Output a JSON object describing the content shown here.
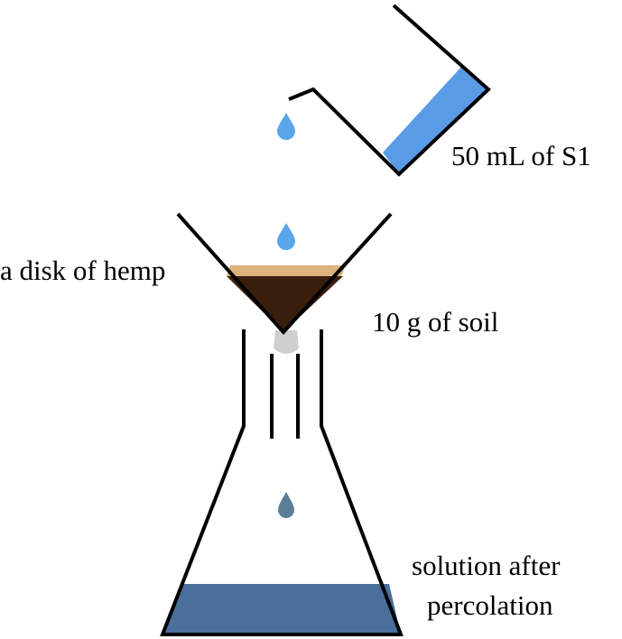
{
  "labels": {
    "beaker": "50 mL of S1",
    "hemp_disk": "a disk of hemp",
    "soil": "10 g of soil",
    "solution_line1": "solution after",
    "solution_line2": "percolation"
  },
  "colors": {
    "outline": "#000000",
    "s1_liquid": "#5a9be6",
    "drop_light": "#5aa6ea",
    "drop_dark": "#5b7f96",
    "hemp": "#ddb27c",
    "soil": "#3a1e0c",
    "filter_plug": "#cfcfcf",
    "percolate": "#4a6f9a"
  },
  "icons": [
    "water-drop-icon"
  ]
}
